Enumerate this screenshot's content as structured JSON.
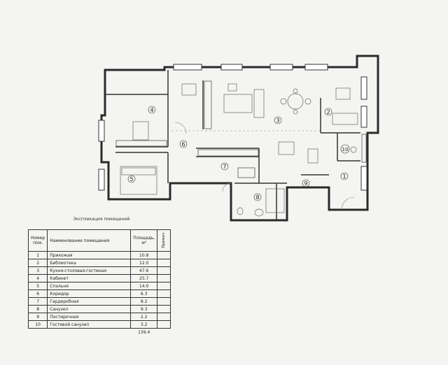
{
  "rooms": [
    {
      "number": "1",
      "name": "Прихожая",
      "area": "10.8"
    },
    {
      "number": "2",
      "name": "Библиотека",
      "area": "12.0"
    },
    {
      "number": "3",
      "name": "Кухня-столовая-гостиная",
      "area": "47.6"
    },
    {
      "number": "4",
      "name": "Кабинет",
      "area": "25.7"
    },
    {
      "number": "5",
      "name": "Спальня",
      "area": "14.0"
    },
    {
      "number": "6",
      "name": "Коридор",
      "area": "6.3"
    },
    {
      "number": "7",
      "name": "Гардеробная",
      "area": "8.2"
    },
    {
      "number": "8",
      "name": "Санузел",
      "area": "9.3"
    },
    {
      "number": "9",
      "name": "Постирочная",
      "area": "2.2"
    },
    {
      "number": "10",
      "name": "Гостевой санузел",
      "area": "3.2"
    }
  ],
  "table": {
    "title": "Экспликация помещений",
    "header_number": "Номер пом.",
    "header_name": "Наименование помещения",
    "header_area": "Площадь, м²",
    "header_note": "Примеч.",
    "total": "139.4"
  }
}
